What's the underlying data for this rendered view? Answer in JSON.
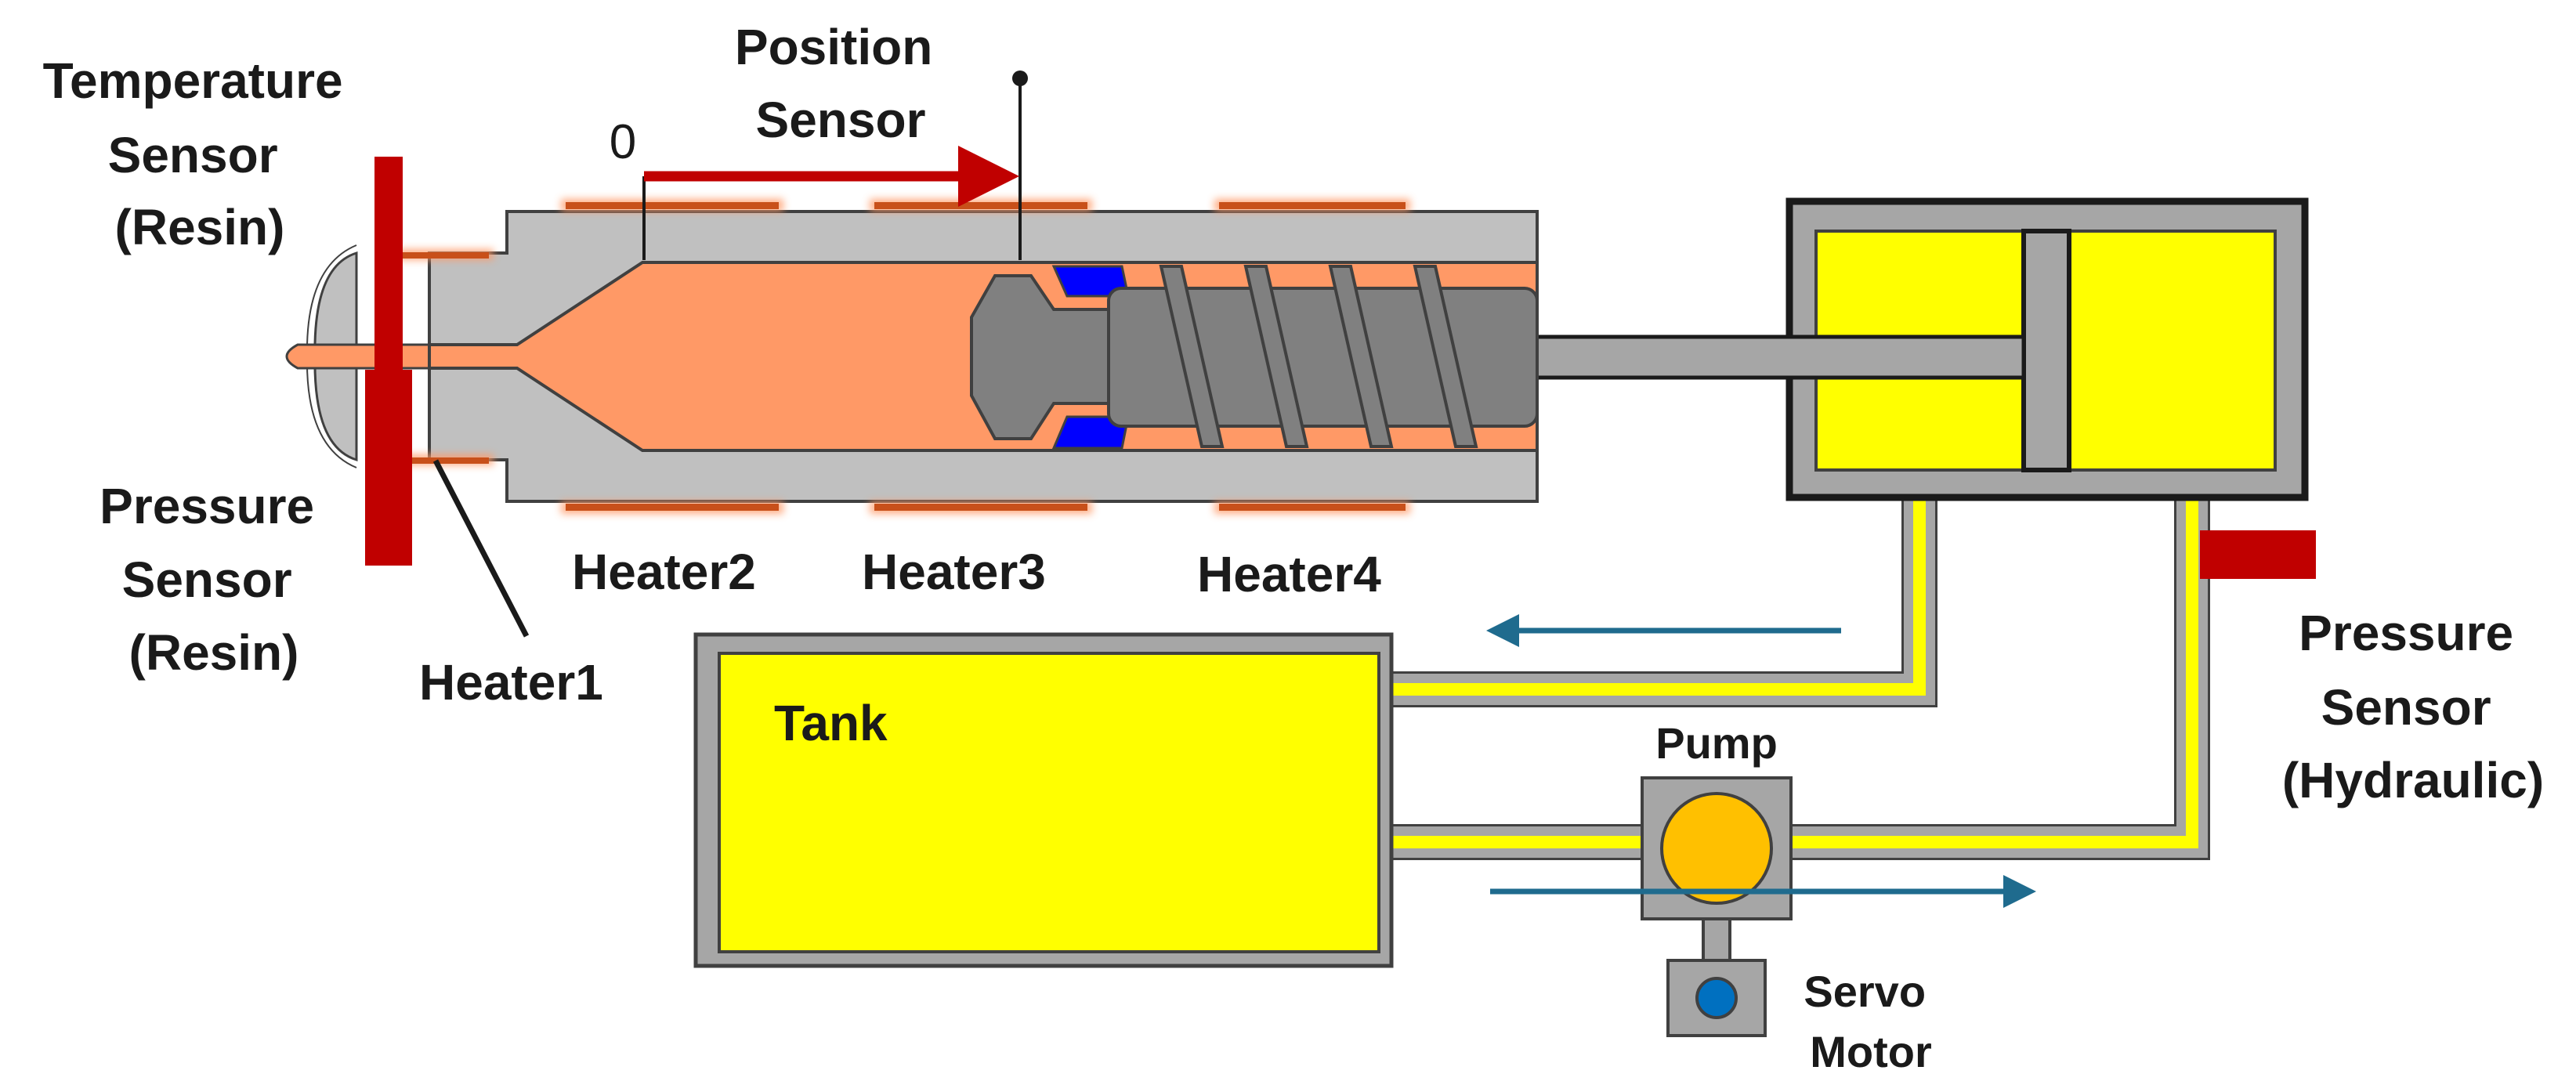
{
  "labels": {
    "temperature_sensor": [
      "Temperature",
      "Sensor",
      "(Resin)"
    ],
    "position_sensor": [
      "Position",
      "Sensor"
    ],
    "zero": "0",
    "pressure_sensor_resin": [
      "Pressure",
      "Sensor",
      "(Resin)"
    ],
    "heater1": "Heater1",
    "heater2": "Heater2",
    "heater3": "Heater3",
    "heater4": "Heater4",
    "tank": "Tank",
    "pump": "Pump",
    "servo_motor": [
      "Servo",
      "Motor"
    ],
    "pressure_sensor_hydraulic": [
      "Pressure",
      "Sensor",
      "(Hydraulic)"
    ]
  },
  "colors": {
    "barrel": "#c0c0c0",
    "resin": "#ff9966",
    "heater": "#e05a1c",
    "sensor_red": "#c00000",
    "screw": "#808080",
    "oil_yellow": "#ffff00",
    "pump_orange": "#ffc000",
    "seal_blue": "#0000ff",
    "motor_blue": "#0070c0",
    "flow_arrow": "#1f6b8e",
    "outline": "#404040"
  }
}
